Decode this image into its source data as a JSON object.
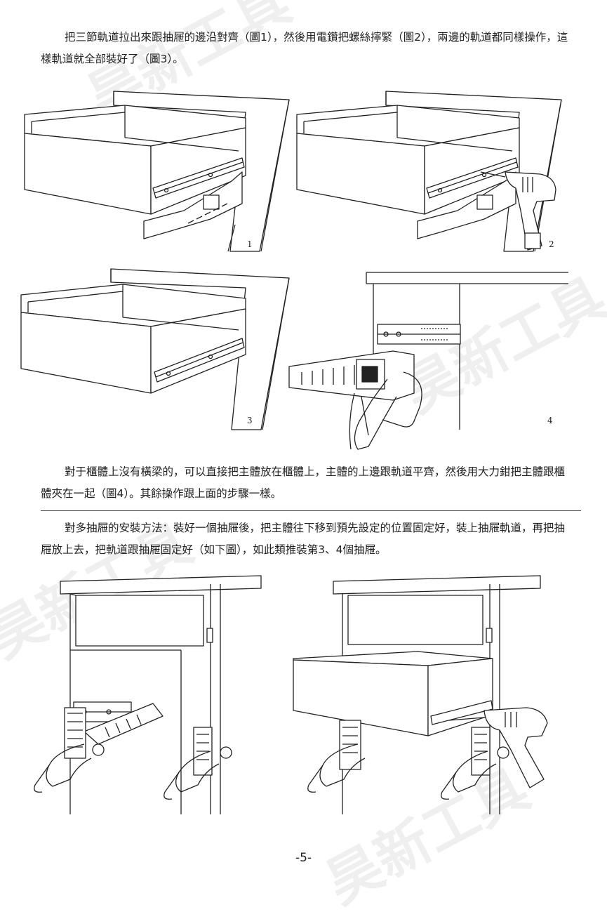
{
  "paragraph_1": "把三節軌道拉出來跟抽屜的邊沿對齊（圖1），然後用電鑽把螺絲擰緊（圖2），兩邊的軌道都同樣操作，這樣軌道就全部裝好了（圖3）。",
  "paragraph_2": "對于櫃體上沒有橫梁的，可以直接把主體放在櫃體上，主體的上邊跟軌道平齊，然後用大力鉗把主體跟櫃體夾在一起（圖4）。其餘操作跟上面的步驟一樣。",
  "paragraph_3": "對多抽屜的安裝方法：裝好一個抽屜後，把主體往下移到預先設定的位置固定好，裝上抽屜軌道，再把抽屜放上去，把軌道跟抽屜固定好（如下圖），如此類推裝第3、4個抽屜。",
  "figure_labels": {
    "fig1": "1",
    "fig2": "2",
    "fig3": "3",
    "fig4": "4"
  },
  "page_number": "-5-",
  "watermark_text": "昊新工具"
}
